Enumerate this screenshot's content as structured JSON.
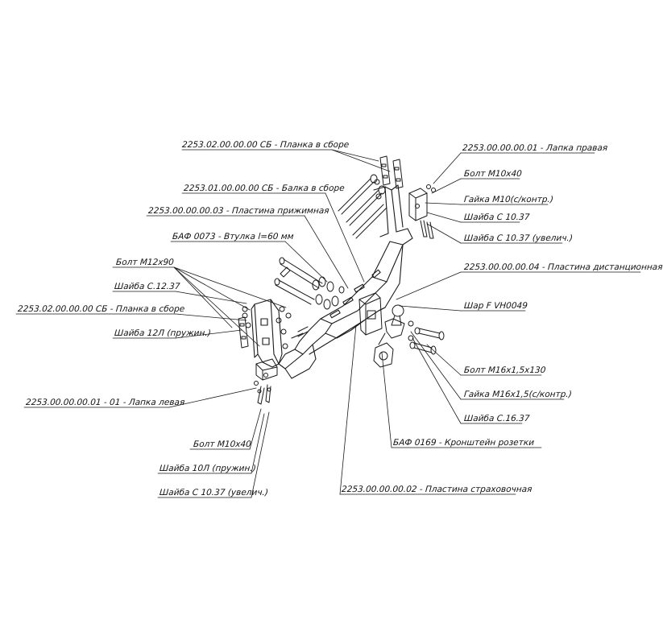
{
  "labels": {
    "planka_sb_top": "2253.02.00.00.00 СБ - Планка в сборе",
    "lapka_pravaya": "2253.00.00.00.01 - Лапка правая",
    "bolt_m10x40_right": "Болт М10х40",
    "balka_sb": "2253.01.00.00.00 СБ - Балка в сборе",
    "gaika_m10": "Гайка М10(с/контр.)",
    "plastina_prizhimnaya": "2253.00.00.00.03 - Пластина прижимная",
    "shaiba_c1037_right": "Шайба С 10.37",
    "vtulka": "БАФ 0073 - Втулка l=60 мм",
    "shaiba_c1037_uv_right": "Шайба С 10.37 (увелич.)",
    "bolt_m12x90": "Болт М12х90",
    "plastina_distancionnaya": "2253.00.00.00.04 - Пластина дистанционная",
    "shaiba_c1237": "Шайба С.12.37",
    "shar": "Шар F VH0049",
    "planka_sb_left": "2253.02.00.00.00 СБ - Планка в сборе",
    "shaiba_12l": "Шайба 12Л (пружин.)",
    "bolt_m16": "Болт М16х1,5х130",
    "gaika_m16": "Гайка М16х1,5(с/контр.)",
    "lapka_levaya": "2253.00.00.00.01 - 01 - Лапка левая",
    "shaiba_c1637": "Шайба С.16.37",
    "kronshtein": "БАФ 0169 - Кронштейн розетки",
    "bolt_m10x40_left": "Болт М10х40",
    "shaiba_10l": "Шайба 10Л (пружин.)",
    "shaiba_c1037_uv_left": "Шайба С 10.37 (увелич.)",
    "plastina_strahovochnaya": "2253.00.00.00.02 - Пластина страховочная"
  }
}
